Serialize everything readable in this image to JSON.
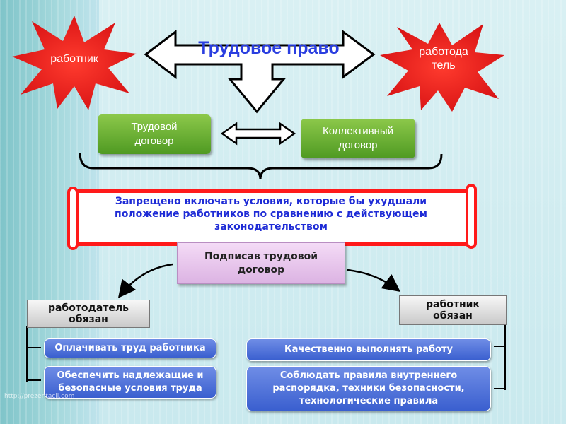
{
  "title": "Трудовое право",
  "left_star": {
    "label": "работник",
    "color": "#e3161a"
  },
  "right_star": {
    "label": "работодатель"
  },
  "left_contract": "Трудовой договор",
  "right_contract": "Коллективный договор",
  "prohibition": "Запрещено включать условия, которые бы ухудшали положение работников по сравнению с действующем законодательством",
  "signing": "Подписав трудовой договор",
  "employer_obliged": "работодатель обязан",
  "employee_obliged": "работник обязан",
  "employer_duties": [
    "Оплачивать труд работника",
    "Обеспечить надлежащие и безопасные условия труда"
  ],
  "employee_duties": [
    "Качественно выполнять работу",
    "Соблюдать правила внутреннего распорядка, техники безопасности, технологические правила"
  ],
  "watermark": "http://prezentacii.com"
}
